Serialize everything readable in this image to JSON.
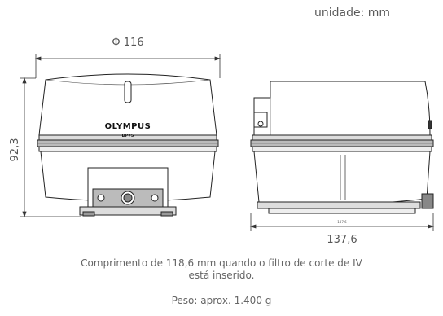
{
  "units_label": "unidade: mm",
  "front_view": {
    "width_label": "Φ 116",
    "height_label": "92,3",
    "brand": "OLYMPUS",
    "model": "DP75"
  },
  "side_view": {
    "small_label": "137,6",
    "length_label": "137,6"
  },
  "footnote": {
    "line1": "Comprimento de 118,6 mm quando o filtro de corte de IV",
    "line2": "está inserido."
  },
  "weight": "Peso: aprox. 1.400 g"
}
